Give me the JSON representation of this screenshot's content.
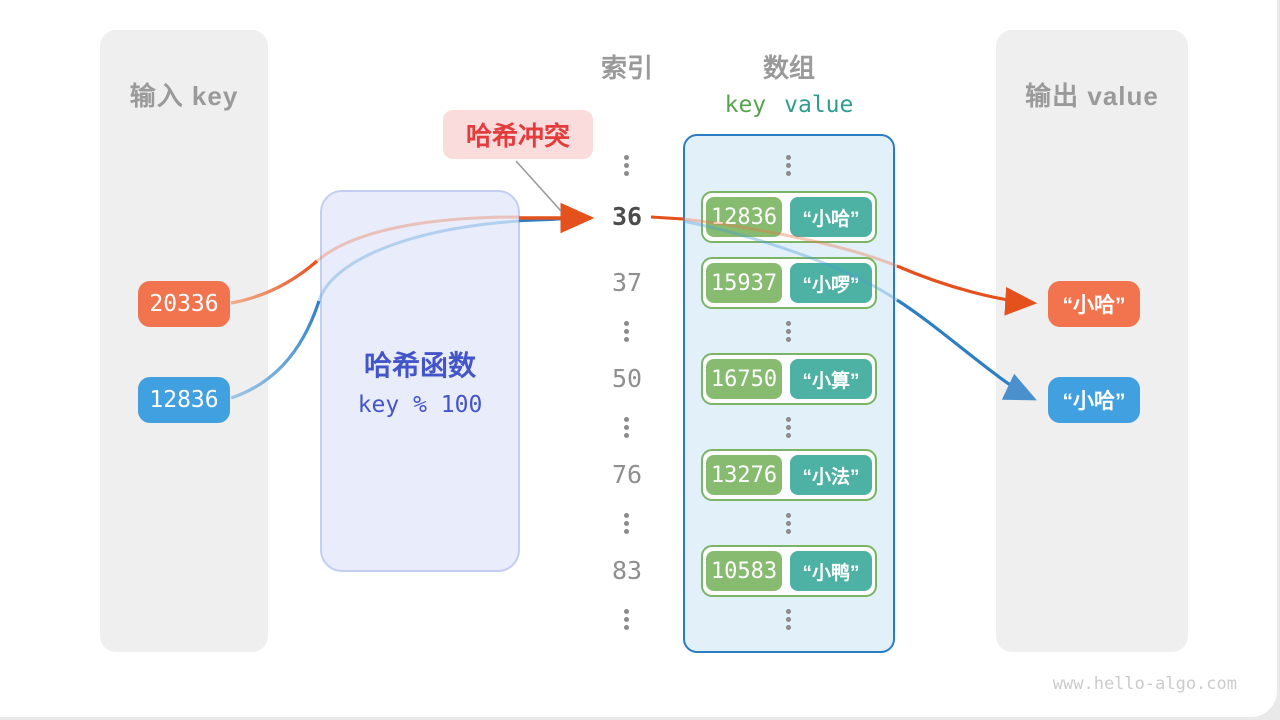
{
  "watermark": "www.hello-algo.com",
  "colors": {
    "orange": "#f2744e",
    "blue": "#41a0e0",
    "green": "#87bb70",
    "teal": "#4db2a4",
    "red": "#e23c3c",
    "arrow_orange": "#e4511c",
    "arrow_blue": "#2d7fc4"
  },
  "input_panel": {
    "title": "输入 key",
    "keys": [
      {
        "label": "20336",
        "color": "orange"
      },
      {
        "label": "12836",
        "color": "blue"
      }
    ]
  },
  "hash_function": {
    "title": "哈希函数",
    "formula": "key % 100"
  },
  "collision_badge": {
    "label": "哈希冲突"
  },
  "index_column": {
    "title": "索引",
    "cells": [
      {
        "type": "dots"
      },
      {
        "type": "value",
        "text": "36",
        "highlight": true
      },
      {
        "type": "value",
        "text": "37",
        "highlight": false
      },
      {
        "type": "dots"
      },
      {
        "type": "value",
        "text": "50",
        "highlight": false
      },
      {
        "type": "dots"
      },
      {
        "type": "value",
        "text": "76",
        "highlight": false
      },
      {
        "type": "dots"
      },
      {
        "type": "value",
        "text": "83",
        "highlight": false
      },
      {
        "type": "dots"
      }
    ]
  },
  "array_panel": {
    "title": "数组",
    "key_header": "key",
    "value_header": "value",
    "cells": [
      {
        "type": "dots"
      },
      {
        "type": "pair",
        "key": "12836",
        "value": "“小哈”"
      },
      {
        "type": "pair",
        "key": "15937",
        "value": "“小啰”"
      },
      {
        "type": "dots"
      },
      {
        "type": "pair",
        "key": "16750",
        "value": "“小算”"
      },
      {
        "type": "dots"
      },
      {
        "type": "pair",
        "key": "13276",
        "value": "“小法”"
      },
      {
        "type": "dots"
      },
      {
        "type": "pair",
        "key": "10583",
        "value": "“小鸭”"
      },
      {
        "type": "dots"
      }
    ]
  },
  "output_panel": {
    "title": "输出 value",
    "values": [
      {
        "label": "“小哈”",
        "color": "orange"
      },
      {
        "label": "“小哈”",
        "color": "blue"
      }
    ]
  }
}
